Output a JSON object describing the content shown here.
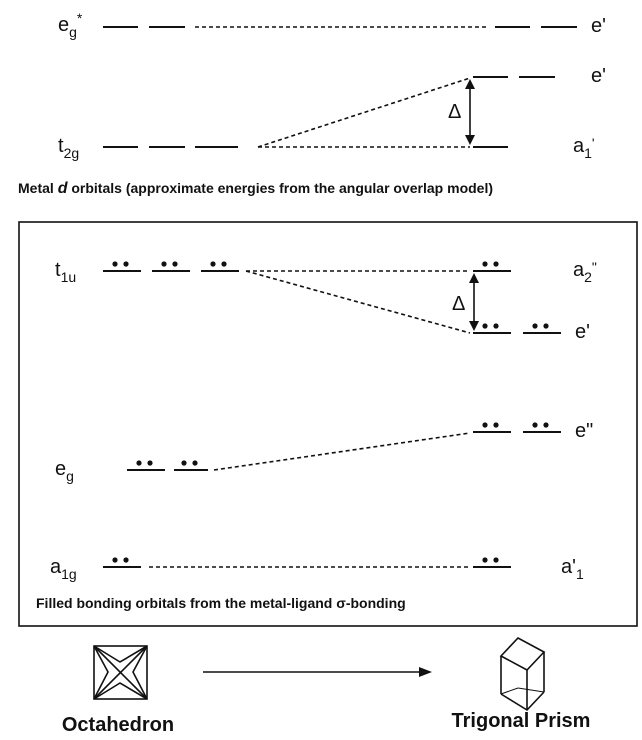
{
  "d_orbitals": {
    "caption_prefix": "Metal ",
    "caption_d": "d",
    "caption_suffix": " orbitals (approximate energies from the angular overlap model)",
    "oct": {
      "eg_star": {
        "main": "e",
        "sub": "g",
        "sup": "*"
      },
      "t2g": {
        "main": "t",
        "sub": "2g"
      }
    },
    "prism": {
      "e_prime_top": "e'",
      "e_prime_mid": "e'",
      "a1_prime": {
        "main": "a",
        "sub": "1",
        "prime": "'"
      }
    },
    "delta": "Δ"
  },
  "bonding": {
    "caption_prefix": "Filled bonding orbitals from the metal-ligand ",
    "caption_sigma": "σ",
    "caption_suffix": "-bonding",
    "oct": {
      "t1u": {
        "main": "t",
        "sub": "1u"
      },
      "eg": {
        "main": "e",
        "sub": "g"
      },
      "a1g": {
        "main": "a",
        "sub": "1g"
      }
    },
    "prism": {
      "a2_dprime": {
        "main": "a",
        "sub": "2",
        "prime": "\""
      },
      "e_prime": "e'",
      "e_dprime": "e\"",
      "a1_prime": {
        "main": "a'",
        "sub": "1"
      }
    },
    "delta": "Δ"
  },
  "shapes": {
    "left": "Octahedron",
    "right": "Trigonal Prism"
  }
}
